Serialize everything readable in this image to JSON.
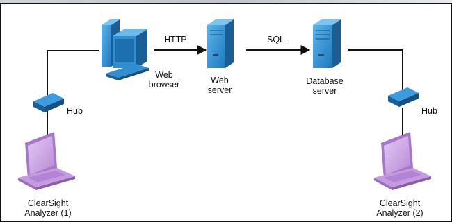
{
  "labels": {
    "http": "HTTP",
    "sql": "SQL",
    "web_browser": [
      "Web",
      "browser"
    ],
    "web_server": [
      "Web",
      "server"
    ],
    "database_server": [
      "Database",
      "server"
    ],
    "hub_left": "Hub",
    "hub_right": "Hub",
    "analyzer_left": [
      "ClearSight",
      "Analyzer (1)"
    ],
    "analyzer_right": [
      "ClearSight",
      "Analyzer (2)"
    ]
  },
  "icons": [
    "desktop-computer-icon",
    "web-server-icon",
    "database-server-icon",
    "hub-icon",
    "laptop-icon"
  ],
  "colors": {
    "server_blue": "#2f8fd0",
    "laptop_purple": "#c59be0",
    "line": "#111111"
  }
}
